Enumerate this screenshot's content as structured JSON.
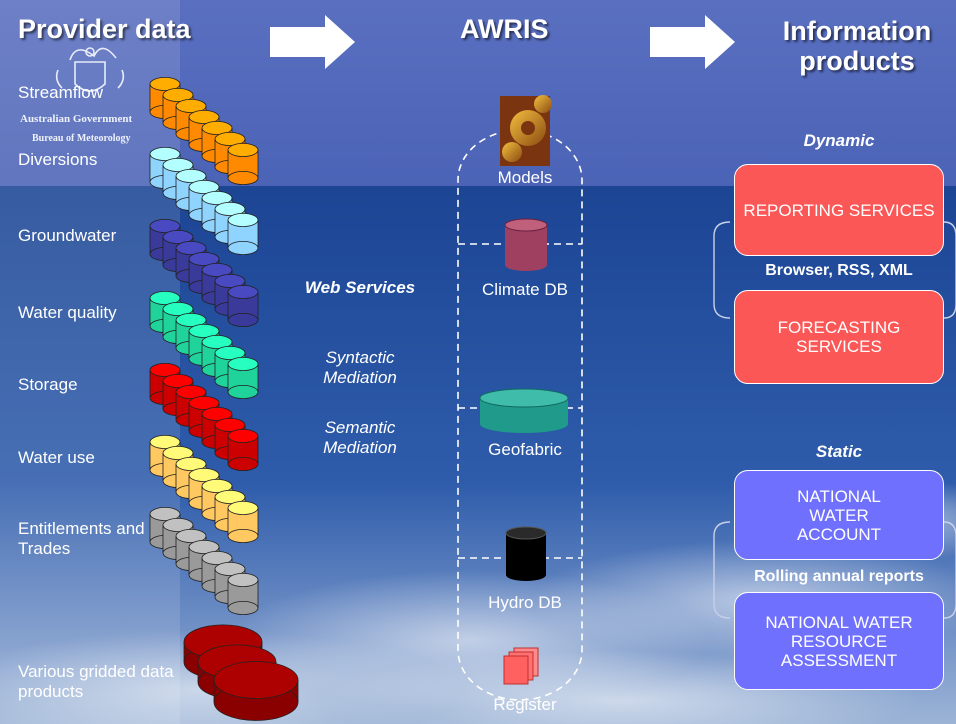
{
  "headers": {
    "provider": "Provider data",
    "awris": "AWRIS",
    "products": "Information products"
  },
  "logo": {
    "line1": "Australian Government",
    "line2": "Bureau of Meteorology"
  },
  "provider_items": [
    "Streamflow",
    "Diversions",
    "Groundwater",
    "Water quality",
    "Storage",
    "Water use",
    "Entitlements and Trades",
    "Various gridded data products"
  ],
  "middle": {
    "web_services": "Web Services",
    "syntactic": "Syntactic Mediation",
    "semantic": "Semantic Mediation"
  },
  "awris_components": [
    "Models",
    "Climate DB",
    "Geofabric",
    "Hydro DB",
    "Register"
  ],
  "products": {
    "dynamic_label": "Dynamic",
    "reporting": "REPORTING SERVICES",
    "browser": "Browser, RSS, XML",
    "forecasting": "FORECASTING SERVICES",
    "static_label": "Static",
    "nwa": "NATIONAL WATER ACCOUNT",
    "rolling": "Rolling annual reports",
    "nwra": "NATIONAL WATER RESOURCE ASSESSMENT"
  },
  "colors": {
    "streamflow": "#ff8a00",
    "diversions": "#8fd3ff",
    "groundwater": "#3a3a9a",
    "water_quality": "#1fd39a",
    "storage": "#cc0000",
    "water_use": "#ffc860",
    "entitlements": "#9a9a9a",
    "gridded": "#8a0000",
    "climate_db": "#a04060",
    "geofabric": "#209a8a",
    "hydro_db": "#000000",
    "register": "#ff6a6a",
    "dynamic_box": "#fb5757",
    "static_box": "#7070ff"
  }
}
